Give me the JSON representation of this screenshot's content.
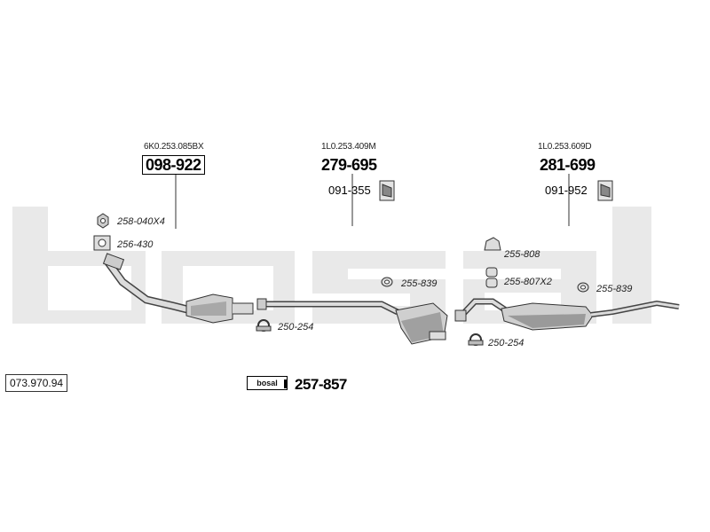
{
  "watermark": {
    "text": "bosal",
    "color": "#e9e9e9"
  },
  "catalog_number": "073.970.94",
  "groups": [
    {
      "oem_ref": "6K0.253.085BX",
      "part_number": "098-922",
      "boxed": true
    },
    {
      "oem_ref": "1L0.253.409M",
      "part_number": "279-695",
      "mount_part": "091-355"
    },
    {
      "oem_ref": "1L0.253.609D",
      "part_number": "281-699",
      "mount_part": "091-952"
    }
  ],
  "small_parts": {
    "nut": "258-040X4",
    "gasket": "256-430",
    "clamp_left": "250-254",
    "ring_middle": "255-839",
    "hanger_top": "255-808",
    "hanger_pair": "255-807X2",
    "ring_right": "255-839",
    "clamp_right": "250-254"
  },
  "kit": {
    "logo": "bosal",
    "part_number": "257-857"
  },
  "colors": {
    "line": "#333333",
    "part_fill": "#d8d8d8",
    "part_shade": "#9a9a9a"
  }
}
